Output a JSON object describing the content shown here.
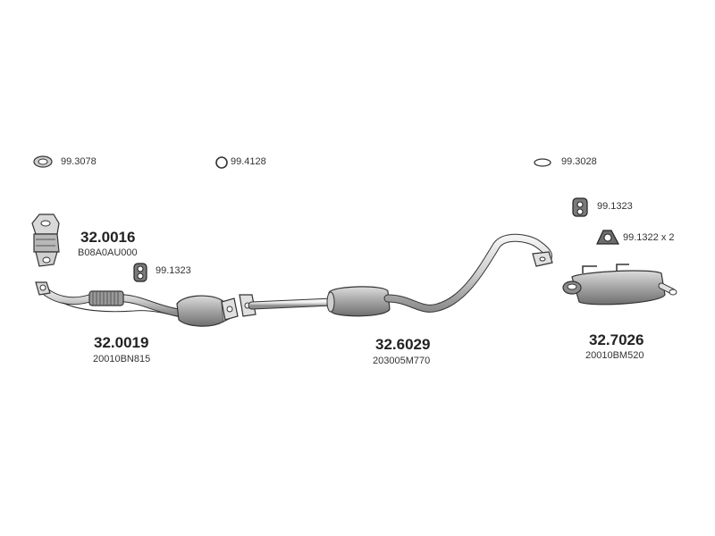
{
  "parts": {
    "gasket_a": "99.3078",
    "ring_b": "99.4128",
    "ring_c": "99.3028",
    "mount_d": "99.1323",
    "mount_e": "99.1322 x 2",
    "manifold_cat": {
      "number": "32.0016",
      "code": "B08A0AU000"
    },
    "mount_f": "99.1323",
    "front_pipe": {
      "number": "32.0019",
      "code": "20010BN815"
    },
    "middle_section": {
      "number": "32.6029",
      "code": "203005M770"
    },
    "rear_silencer": {
      "number": "32.7026",
      "code": "20010BM520"
    }
  },
  "colors": {
    "line": "#3a3a3a",
    "fill_light": "#e6e6e6",
    "fill_mid": "#bdbdbd",
    "fill_dark": "#8a8a8a"
  }
}
